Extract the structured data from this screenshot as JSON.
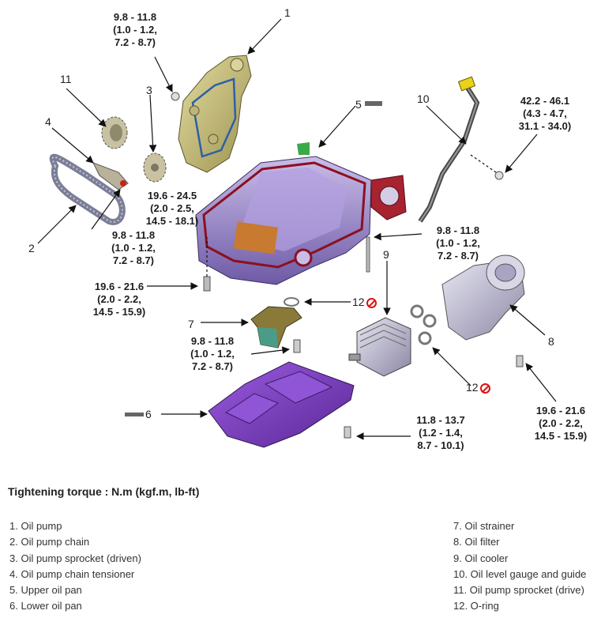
{
  "torque_labels": {
    "oil_pump_bolt": [
      "9.8 - 11.8",
      "(1.0 - 1.2,",
      "7.2 - 8.7)"
    ],
    "sprocket_bolt": [
      "19.6 - 24.5",
      "(2.0 - 2.5,",
      "14.5 - 18.1)"
    ],
    "tensioner_bolt": [
      "9.8 - 11.8",
      "(1.0 - 1.2,",
      "7.2 - 8.7)"
    ],
    "upper_pan_bolt": [
      "19.6 - 21.6",
      "(2.0 - 2.2,",
      "14.5 - 15.9)"
    ],
    "strainer_bolt": [
      "9.8 - 11.8",
      "(1.0 - 1.2,",
      "7.2 - 8.7)"
    ],
    "gauge_guide_bolt": [
      "42.2 - 46.1",
      "(4.3 - 4.7,",
      "31.1 - 34.0)"
    ],
    "oil_cooler_bolt": [
      "9.8 - 11.8",
      "(1.0 - 1.2,",
      "7.2 - 8.7)"
    ],
    "filter_housing_bolt": [
      "19.6 - 21.6",
      "(2.0 - 2.2,",
      "14.5 - 15.9)"
    ],
    "lower_pan_bolt": [
      "11.8 - 13.7",
      "(1.2 - 1.4,",
      "8.7 - 10.1)"
    ]
  },
  "callouts": {
    "c1": "1",
    "c2": "2",
    "c3": "3",
    "c4": "4",
    "c5": "5",
    "c6": "6",
    "c7": "7",
    "c8": "8",
    "c9": "9",
    "c10": "10",
    "c11": "11",
    "c12a": "12",
    "c12b": "12"
  },
  "heading": "Tightening torque : N.m (kgf.m, lb-ft)",
  "legend": {
    "left": [
      "1. Oil pump",
      "2. Oil pump chain",
      "3. Oil pump sprocket (driven)",
      "4. Oil pump chain tensioner",
      "5. Upper oil pan",
      "6. Lower oil pan"
    ],
    "right": [
      "7. Oil strainer",
      "8. Oil filter",
      "9. Oil cooler",
      "10. Oil level gauge and guide",
      "11. Oil pump sprocket (drive)",
      "12. O-ring"
    ]
  },
  "colors": {
    "upper_pan": "#9b86c9",
    "lower_pan": "#7b3fc2",
    "pan_gasket": "#8b1020",
    "oil_pump": "#c8c07a",
    "strainer": "#8a7a3a",
    "no_reuse_mark": "#dd1111"
  }
}
